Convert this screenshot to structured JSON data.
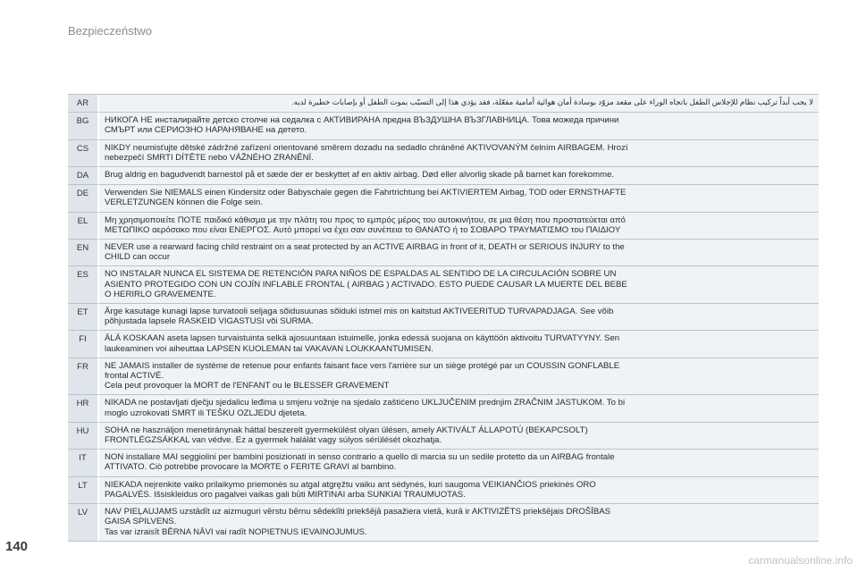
{
  "header": {
    "section_title": "Bezpieczeństwo"
  },
  "footer": {
    "page_number": "140",
    "watermark": "carmanualsonline.info"
  },
  "warnings": [
    {
      "code": "AR",
      "text": "لا يجب أبداً تركيب نظام للإجلاس الطفل باتجاه الوراء على مقعد مزوّد بوسادة أمان هوائية أمامية مفعّلة، فقد يؤدي هذا إلى التسبّب بموت الطفل أو بإصابات خطيرة لديه.",
      "rtl": true
    },
    {
      "code": "BG",
      "text": "НИКОГА НЕ инсталирайте детско столче на седалка с АКТИВИРАНА предна ВЪЗДУШНА ВЪЗГЛАВНИЦА. Това можеда причини\nСМЪРТ или СЕРИОЗНО НАРАНЯВАНЕ на детето."
    },
    {
      "code": "CS",
      "text": "NIKDY neumisťujte dětské zádržné zařízení orientované směrem dozadu na sedadlo chráněné AKTIVOVANÝM čelním AIRBAGEM. Hrozí\nnebezpečí SMRTI DÍTĚTE nebo VÁŽNÉHO ZRANĚNÍ."
    },
    {
      "code": "DA",
      "text": "Brug aldrig en bagudvendt barnestol på et sæde der er beskyttet af en aktiv airbag. Død eller alvorlig skade på barnet kan forekomme."
    },
    {
      "code": "DE",
      "text": "Verwenden Sie NIEMALS einen Kindersitz oder Babyschale gegen die Fahrtrichtung bei AKTIVIERTEM Airbag, TOD oder ERNSTHAFTE\nVERLETZUNGEN können die Folge sein."
    },
    {
      "code": "EL",
      "text": "Μη χρησιμοποιείτε ΠΟΤΕ παιδικό κάθισμα με την πλάτη του προς το εμπρός μέρος του αυτοκινήτου, σε μια θέση που προστατεύεται από\nΜΕΤΩΠΙΚΟ αερόσακο που είναι ΕΝΕΡΓΟΣ. Αυτό μπορεί να έχει σαν συνέπεια το ΘΑΝΑΤΟ ή το ΣΟΒΑΡΟ ΤΡΑΥΜΑΤΙΣΜΟ του ΠΑΙΔΙΟΥ"
    },
    {
      "code": "EN",
      "text": "NEVER use a rearward facing child restraint on a seat protected by an ACTIVE AIRBAG in front of it, DEATH or SERIOUS INJURY to the\nCHILD can occur"
    },
    {
      "code": "ES",
      "text": "NO INSTALAR NUNCA EL SISTEMA DE RETENCIÓN PARA NIÑOS DE ESPALDAS AL SENTIDO DE LA CIRCULACIÓN SOBRE UN\nASIENTO PROTEGIDO CON UN COJÍN INFLABLE FRONTAL ( AIRBAG ) ACTIVADO. ESTO PUEDE CAUSAR LA MUERTE DEL BEBE\nO HERIRLO GRAVEMENTE."
    },
    {
      "code": "ET",
      "text": "Ärge kasutage kunagi lapse turvatooli seljaga sõidusuunas sõiduki istmel mis on kaitstud AKTIVEERITUD TURVAPADJAGA. See võib\npõhjustada lapsele RASKEID VIGASTUSI või SURMA."
    },
    {
      "code": "FI",
      "text": "ÄLÄ KOSKAAN aseta lapsen turvaistuinta selkä ajosuuntaan istuimelle, jonka edessä suojana on käyttöön aktivoitu TURVATYYNY. Sen\nlaukeaminen voi aiheuttaa LAPSEN KUOLEMAN tai VAKAVAN LOUKKAANTUMISEN."
    },
    {
      "code": "FR",
      "text": "NE JAMAIS installer de système de retenue pour enfants faisant face vers l'arrière sur un siège protégé par un COUSSIN GONFLABLE\nfrontal ACTIVÉ.\nCela peut provoquer la MORT de l'ENFANT ou le BLESSER GRAVEMENT"
    },
    {
      "code": "HR",
      "text": "NIKADA ne postavljati dječju sjedalicu leđima u smjeru vožnje na sjedalo zaštićeno UKLJUČENIM prednjim ZRAČNIM JASTUKOM. To bi\nmoglo uzrokovati SMRT ili TEŠKU OZLJEDU djeteta."
    },
    {
      "code": "HU",
      "text": "SOHA ne használjon menetiránynak háttal beszerelt gyermekülést olyan ülésen, amely AKTIVÁLT ÁLLAPOTÚ (BEKAPCSOLT)\nFRONTLÉGZSÁKKAL van védve. Ez a gyermek halálát vagy súlyos sérülését okozhatja."
    },
    {
      "code": "IT",
      "text": "NON installare MAI seggiolini per bambini posizionati in senso contrario a quello di marcia su un sedile protetto da un AIRBAG frontale\nATTIVATO. Ciò potrebbe provocare la MORTE o FERITE GRAVI al bambino."
    },
    {
      "code": "LT",
      "text": "NIEKADA neįrenkite vaiko prilaikymo priemonės su atgal atgręžtu vaiku ant sėdynės, kuri saugoma VEIKIANČIOS priekinės ORO\nPAGALVĖS. Išsiskleidus oro pagalvei vaikas gali būti MIRTINAI arba SUNKIAI TRAUMUOTAS."
    },
    {
      "code": "LV",
      "text": "NAV PIEĻAUJAMS uzstādīt uz aizmuguri vērstu bērnu sēdeklīti priekšējā pasažiera  vietā, kurā ir AKTIVIZĒTS priekšējais DROŠĪBAS\nGAISA SPILVENS.\nTas var izraisīt BĒRNA NĀVI vai radīt NOPIETNUS IEVAINOJUMUS."
    }
  ]
}
